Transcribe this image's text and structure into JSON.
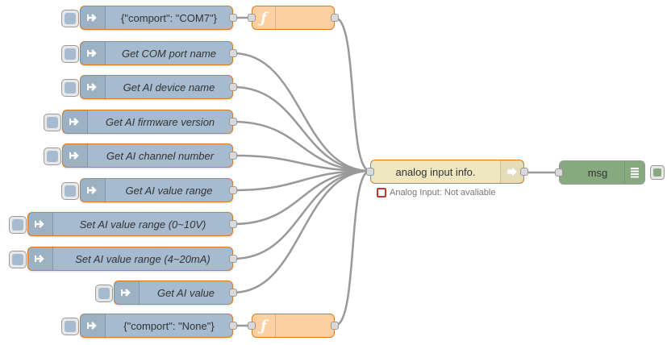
{
  "flow": {
    "inject_nodes": [
      {
        "label": "{\"comport\": \"COM7\"}",
        "italic": false
      },
      {
        "label": "Get COM port name",
        "italic": true
      },
      {
        "label": "Get AI device name",
        "italic": true
      },
      {
        "label": "Get AI firmware version",
        "italic": true
      },
      {
        "label": "Get AI channel number",
        "italic": true
      },
      {
        "label": "Get AI value range",
        "italic": true
      },
      {
        "label": "Set AI value range (0~10V)",
        "italic": true
      },
      {
        "label": "Set AI value range (4~20mA)",
        "italic": true
      },
      {
        "label": "Get AI value",
        "italic": true
      },
      {
        "label": "{\"comport\": \"None\"}",
        "italic": false
      }
    ],
    "function_nodes": [
      {
        "icon": "function-icon"
      },
      {
        "icon": "function-icon"
      }
    ],
    "analog_node": {
      "label": "analog input info.",
      "status_text": "Analog Input: Not avaliable",
      "status_color": "#c0392b"
    },
    "debug_node": {
      "label": "msg"
    }
  },
  "colors": {
    "inject": "#a6bbcf",
    "function": "#fdd0a2",
    "analog": "#efe7bf",
    "debug": "#87a980",
    "node_border": "#d97a1c",
    "wire": "#999999"
  }
}
